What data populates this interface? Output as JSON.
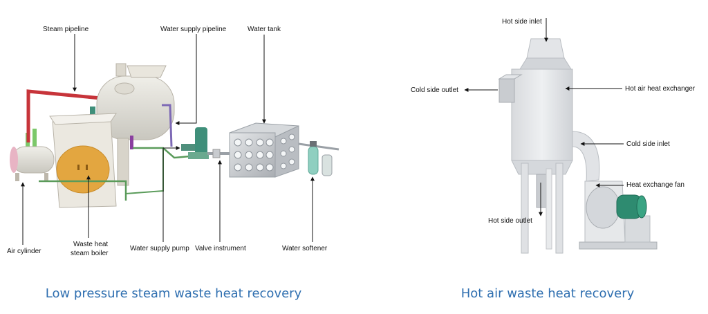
{
  "colors": {
    "caption": "#2f6fb0",
    "steam_pipe": "#c7343a",
    "boiler_door": "#e3a640",
    "motor": "#2e8b70",
    "text": "#111111"
  },
  "left_diagram": {
    "caption": "Low pressure steam waste heat recovery",
    "labels": {
      "steam_pipeline": "Steam pipeline",
      "water_supply_pipeline": "Water supply pipeline",
      "water_tank": "Water tank",
      "air_cylinder": "Air cylinder",
      "boiler_line1": "Waste heat",
      "boiler_line2": "steam boiler",
      "water_supply_pump": "Water supply pump",
      "valve_instrument": "Valve instrument",
      "water_softener": "Water softener"
    }
  },
  "right_diagram": {
    "caption": "Hot air waste heat recovery",
    "labels": {
      "hot_side_inlet": "Hot side inlet",
      "cold_side_outlet": "Cold side outlet",
      "hot_air_heat_exchanger": "Hot air heat exchanger",
      "cold_side_inlet": "Cold side inlet",
      "heat_exchange_fan": "Heat exchange fan",
      "hot_side_outlet": "Hot side outlet"
    }
  }
}
